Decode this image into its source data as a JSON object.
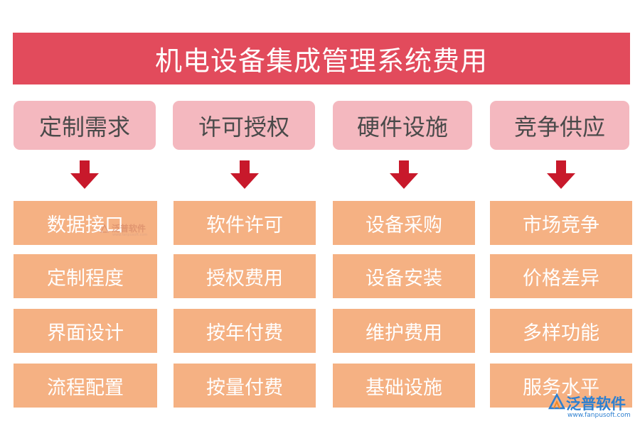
{
  "title": "机电设备集成管理系统费用",
  "columns": [
    {
      "header": "定制需求",
      "items": [
        "数据接口",
        "定制程度",
        "界面设计",
        "流程配置"
      ]
    },
    {
      "header": "许可授权",
      "items": [
        "软件许可",
        "授权费用",
        "按年付费",
        "按量付费"
      ]
    },
    {
      "header": "硬件设施",
      "items": [
        "设备采购",
        "设备安装",
        "维护费用",
        "基础设施"
      ]
    },
    {
      "header": "竞争供应",
      "items": [
        "市场竞争",
        "价格差异",
        "多样功能",
        "服务水平"
      ]
    }
  ],
  "watermark": {
    "text": "泛普软件",
    "sub": "www.fanpusoft.com"
  },
  "logo": {
    "name": "泛普软件",
    "url": "www.fanpusoft.com"
  },
  "colors": {
    "title_bg": "#e24b5c",
    "header_bg": "#f4b8bf",
    "item_bg": "#f5b183",
    "arrow": "#c8192b",
    "logo": "#2c7fd0"
  }
}
